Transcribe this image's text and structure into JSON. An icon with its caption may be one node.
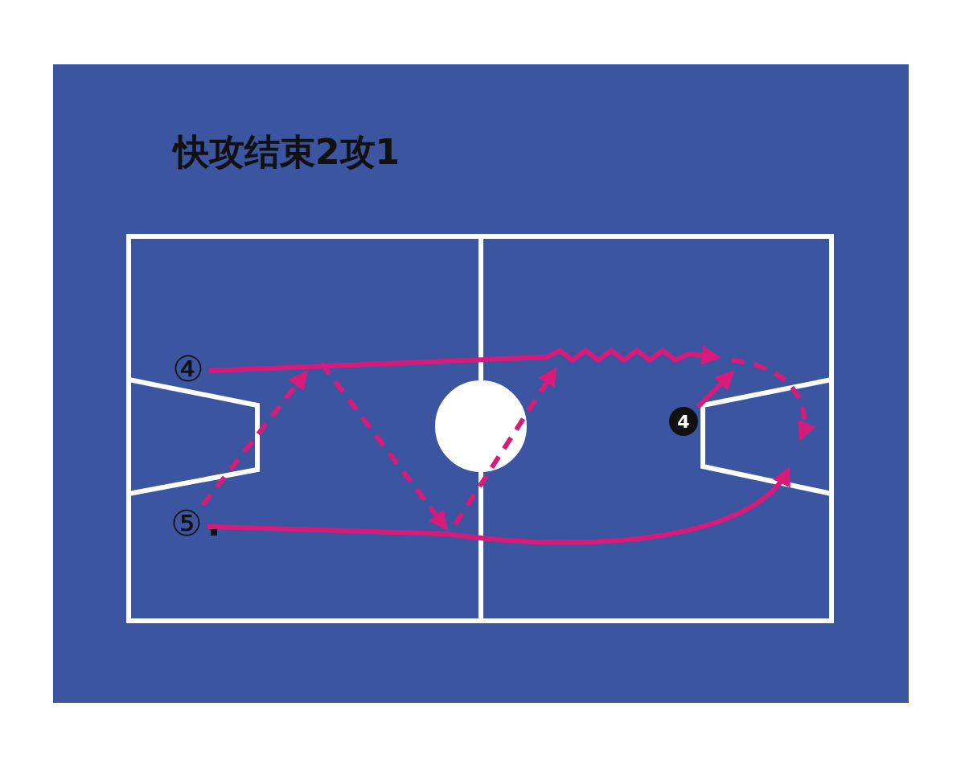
{
  "diagram": {
    "title": "快攻结束2攻1",
    "nodes": [
      {
        "text": [
          "④"
        ]
      },
      {
        "text": [
          "⑤"
        ]
      },
      {
        "text": [
          "4"
        ]
      }
    ],
    "edges": [
      {
        "from": 0,
        "to": null,
        "arrow": "to"
      },
      {
        "from": 1,
        "to": null,
        "arrow": "to"
      },
      {
        "from": 1,
        "to": null,
        "arrow": "to",
        "style": "dashed"
      },
      {
        "from": 2,
        "to": null,
        "arrow": "to"
      }
    ]
  }
}
